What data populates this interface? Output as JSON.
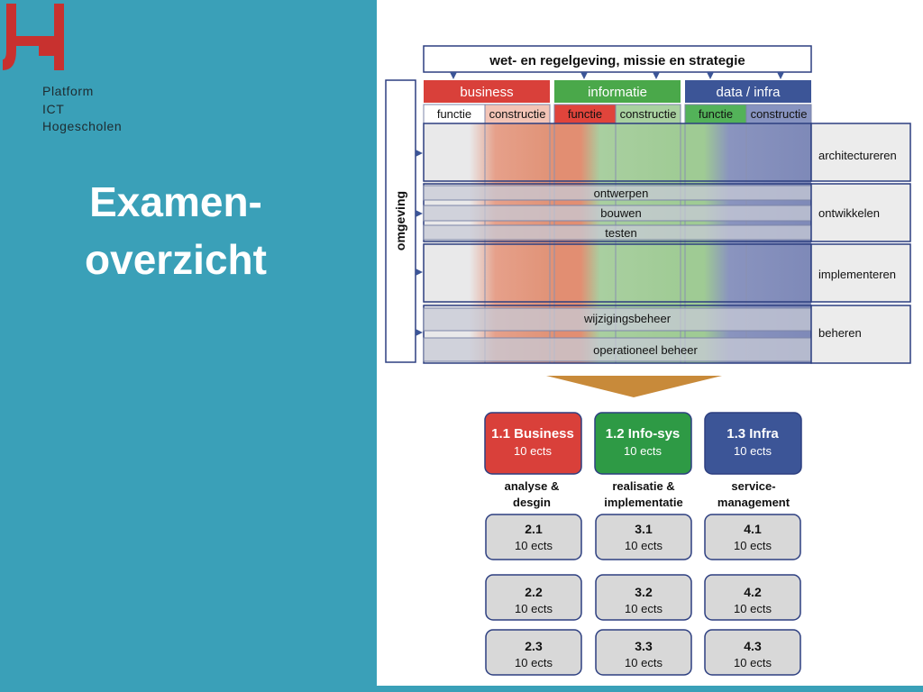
{
  "logo": {
    "lines": [
      "Platform",
      "ICT",
      "Hogescholen"
    ],
    "color": "#c8312f"
  },
  "title": {
    "line1": "Examen-",
    "line2": "overzicht"
  },
  "diagram": {
    "top_banner": "wet- en regelgeving, missie en strategie",
    "side_label": "omgeving",
    "columns": [
      {
        "name": "business",
        "color": "#d9403a",
        "sub": [
          "functie",
          "constructie"
        ]
      },
      {
        "name": "informatie",
        "color": "#4aa84a",
        "sub": [
          "functie",
          "constructie"
        ]
      },
      {
        "name": "data / infra",
        "color": "#3c5597",
        "sub": [
          "functie",
          "constructie"
        ]
      }
    ],
    "rows": [
      "ontwerpen",
      "bouwen",
      "testen",
      "wijzigingsbeheer",
      "operationeel beheer"
    ],
    "phases": [
      "architectureren",
      "ontwikkelen",
      "implementeren",
      "beheren"
    ],
    "modules_top": [
      {
        "title": "1.1 Business",
        "ects": "10 ects",
        "caption": [
          "analyse &",
          "desgin"
        ],
        "color": "#d9403a"
      },
      {
        "title": "1.2 Info-sys",
        "ects": "10 ects",
        "caption": [
          "realisatie &",
          "implementatie"
        ],
        "color": "#2e9a45"
      },
      {
        "title": "1.3 Infra",
        "ects": "10 ects",
        "caption": [
          "service-",
          "management"
        ],
        "color": "#3c5597"
      }
    ],
    "modules_grid": [
      [
        {
          "title": "2.1",
          "ects": "10 ects"
        },
        {
          "title": "3.1",
          "ects": "10 ects"
        },
        {
          "title": "4.1",
          "ects": "10 ects"
        }
      ],
      [
        {
          "title": "2.2",
          "ects": "10 ects"
        },
        {
          "title": "3.2",
          "ects": "10 ects"
        },
        {
          "title": "4.2",
          "ects": "10 ects"
        }
      ],
      [
        {
          "title": "2.3",
          "ects": "10 ects"
        },
        {
          "title": "3.3",
          "ects": "10 ects"
        },
        {
          "title": "4.3",
          "ects": "10 ects"
        }
      ]
    ]
  }
}
